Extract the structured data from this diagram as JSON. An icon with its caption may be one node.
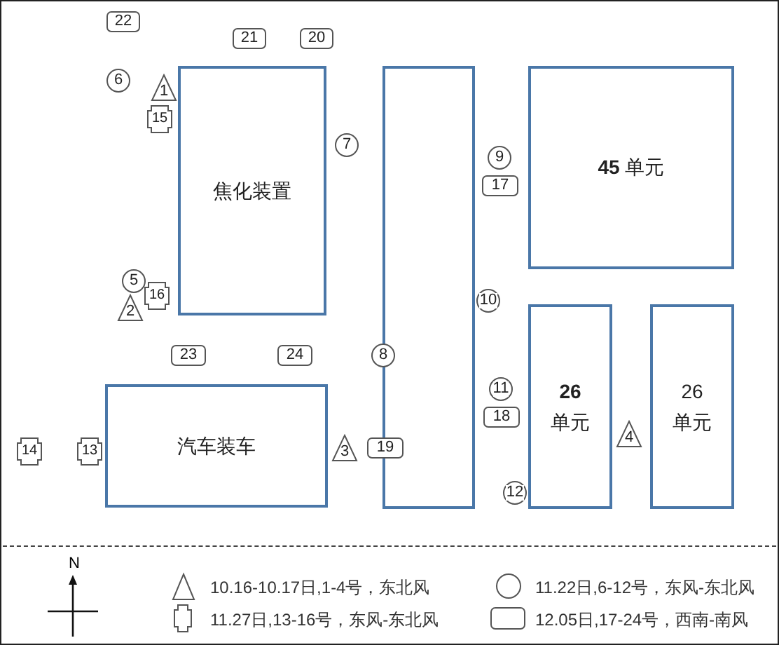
{
  "diagram": {
    "nodes": [
      {
        "text": [
          "22"
        ]
      },
      {
        "text": [
          "21"
        ]
      },
      {
        "text": [
          "20"
        ]
      },
      {
        "text": [
          "焦化装置"
        ]
      },
      {
        "text": [],
        "shape": "box"
      },
      {
        "text": [
          "**45** 单元"
        ]
      },
      {
        "text": [
          "6"
        ]
      },
      {
        "text": [
          "1"
        ]
      },
      {
        "text": [
          "15"
        ]
      },
      {
        "text": [
          "7"
        ]
      },
      {
        "text": [
          "9"
        ]
      },
      {
        "text": [
          "17"
        ]
      },
      {
        "text": [
          "5"
        ]
      },
      {
        "text": [
          "16"
        ]
      },
      {
        "text": [
          "2"
        ]
      },
      {
        "text": [
          "10"
        ]
      },
      {
        "text": [
          "**26** 单元"
        ]
      },
      {
        "text": [
          "26 单元"
        ]
      },
      {
        "text": [
          "8"
        ]
      },
      {
        "text": [
          "23"
        ]
      },
      {
        "text": [
          "24"
        ]
      },
      {
        "text": [
          "汽车装车"
        ]
      },
      {
        "text": [
          "11"
        ]
      },
      {
        "text": [
          "18"
        ]
      },
      {
        "text": [
          "4"
        ]
      },
      {
        "text": [
          "3"
        ]
      },
      {
        "text": [
          "19"
        ]
      },
      {
        "text": [
          "14"
        ]
      },
      {
        "text": [
          "13"
        ]
      },
      {
        "text": [
          "12"
        ]
      }
    ],
    "labels": [
      "N"
    ],
    "legend": [
      {
        "text": "10.16-10.17日,1-4号，东北风"
      },
      {
        "text": "11.22日,6-12号，东风-东北风"
      },
      {
        "text": "11.27日,13-16号，东风-东北风"
      },
      {
        "text": "12.05日,17-24号，西南-南风"
      }
    ]
  }
}
